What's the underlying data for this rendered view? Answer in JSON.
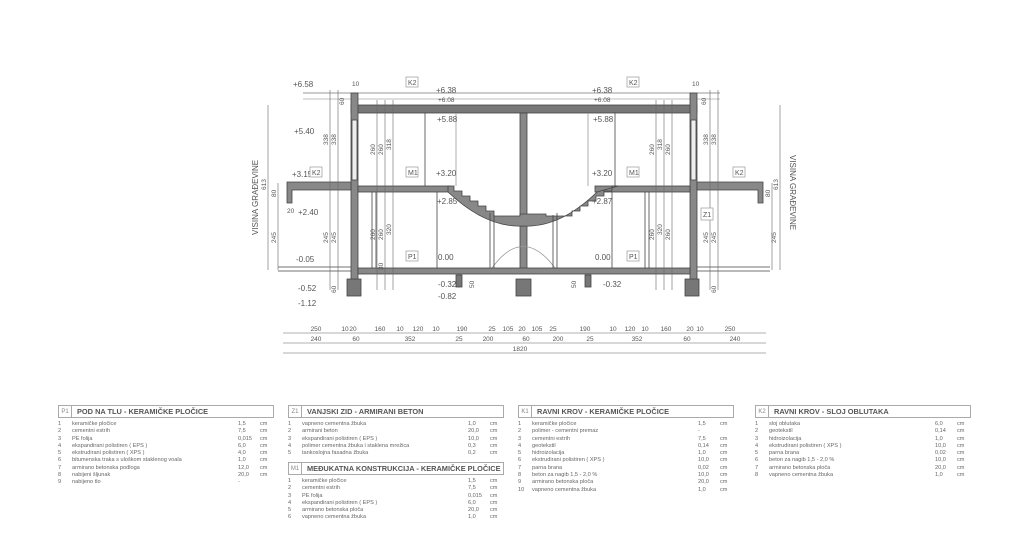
{
  "drawing": {
    "vertical_title": "VISINA GRAĐEVINE",
    "total_height": "613",
    "elevations": {
      "e658": "+6.58",
      "e638": "+6.38",
      "e608": "+6.08",
      "e588": "+5.88",
      "e540": "+5.40",
      "e320": "+3.20",
      "e315": "+3.15",
      "e285": "+2.85",
      "e287": "+2.87",
      "e240": "+2.40",
      "e000": "0.00",
      "em005": "-0.05",
      "em032": "-0.32",
      "em052": "-0.52",
      "em082": "-0.82",
      "em112": "-1.12"
    },
    "tags": {
      "k2": "K2",
      "m1": "M1",
      "p1": "P1",
      "z1": "Z1"
    },
    "vdims": {
      "d338": "338",
      "d260": "260",
      "d318": "318",
      "d245": "245",
      "d80": "80",
      "d320": "320",
      "d60": "60",
      "d30": "30",
      "d50": "50",
      "d20": "20",
      "d10": "10"
    },
    "dim_row1": [
      "250",
      "10",
      "20",
      "160",
      "10",
      "120",
      "10",
      "190",
      "25",
      "105",
      "20",
      "105",
      "25",
      "190",
      "10",
      "120",
      "10",
      "160",
      "20",
      "10",
      "250"
    ],
    "dim_row2": [
      "240",
      "60",
      "352",
      "25",
      "200",
      "60",
      "200",
      "25",
      "352",
      "60",
      "240"
    ],
    "dim_total": "1820"
  },
  "legends": [
    {
      "code": "P1",
      "title": "POD NA TLU - KERAMIČKE PLOČICE",
      "rows": [
        [
          "1",
          "keramičke pločice",
          "1,5",
          "cm"
        ],
        [
          "2",
          "cementni estrih",
          "7,5",
          "cm"
        ],
        [
          "3",
          "PE folija",
          "0,015",
          "cm"
        ],
        [
          "4",
          "ekspandirani polistiren ( EPS )",
          "6,0",
          "cm"
        ],
        [
          "5",
          "ekstrudirani polistiren ( XPS )",
          "4,0",
          "cm"
        ],
        [
          "6",
          "bitumenska traka s uloškom staklenog voala",
          "1,0",
          "cm"
        ],
        [
          "7",
          "armirano betonska podloga",
          "12,0",
          "cm"
        ],
        [
          "8",
          "nabijeni šljunak",
          "20,0",
          "cm"
        ],
        [
          "9",
          "nabijeno tlo",
          "-",
          ""
        ]
      ]
    },
    {
      "code": "Z1",
      "title": "VANJSKI ZID - ARMIRANI BETON",
      "rows": [
        [
          "1",
          "vapneno cementna žbuka",
          "1,0",
          "cm"
        ],
        [
          "2",
          "armirani beton",
          "20,0",
          "cm"
        ],
        [
          "3",
          "ekspandirani polistiren ( EPS )",
          "10,0",
          "cm"
        ],
        [
          "4",
          "polimer cementna žbuka i staklena mrežica",
          "0,3",
          "cm"
        ],
        [
          "5",
          "tankoslojna fasadna žbuka",
          "0,2",
          "cm"
        ]
      ]
    },
    {
      "code": "M1",
      "title": "MEĐUKATNA KONSTRUKCIJA - KERAMIČKE PLOČICE",
      "rows": [
        [
          "1",
          "keramičke pločice",
          "1,5",
          "cm"
        ],
        [
          "2",
          "cementni estrih",
          "7,5",
          "cm"
        ],
        [
          "3",
          "PE folija",
          "0,015",
          "cm"
        ],
        [
          "4",
          "ekspandirani polistiren ( EPS )",
          "6,0",
          "cm"
        ],
        [
          "5",
          "armirano betonska ploča",
          "20,0",
          "cm"
        ],
        [
          "6",
          "vapneno cementna žbuka",
          "1,0",
          "cm"
        ]
      ]
    },
    {
      "code": "K1",
      "title": "RAVNI KROV - KERAMIČKE PLOČICE",
      "rows": [
        [
          "1",
          "keramičke pločice",
          "1,5",
          "cm"
        ],
        [
          "2",
          "polimer - cementni premaz",
          "-",
          ""
        ],
        [
          "3",
          "cementni estrih",
          "7,5",
          "cm"
        ],
        [
          "4",
          "geotekstil",
          "0,14",
          "cm"
        ],
        [
          "5",
          "hidroizolacija",
          "1,0",
          "cm"
        ],
        [
          "6",
          "ekstrudirani polistiren ( XPS )",
          "10,0",
          "cm"
        ],
        [
          "7",
          "parna brana",
          "0,02",
          "cm"
        ],
        [
          "8",
          "beton za nagib 1,5 - 2,0 %",
          "10,0",
          "cm"
        ],
        [
          "9",
          "armirano betonska ploča",
          "20,0",
          "cm"
        ],
        [
          "10",
          "vapneno cementna žbuka",
          "1,0",
          "cm"
        ]
      ]
    },
    {
      "code": "K2",
      "title": "RAVNI KROV - SLOJ OBLUTAKA",
      "rows": [
        [
          "1",
          "sloj oblutaka",
          "6,0",
          "cm"
        ],
        [
          "2",
          "geotekstil",
          "0,14",
          "cm"
        ],
        [
          "3",
          "hidroizolacija",
          "1,0",
          "cm"
        ],
        [
          "4",
          "ekstrudirani polistiren ( XPS )",
          "10,0",
          "cm"
        ],
        [
          "5",
          "parna brana",
          "0,02",
          "cm"
        ],
        [
          "6",
          "beton za nagib 1,5 - 2,0 %",
          "10,0",
          "cm"
        ],
        [
          "7",
          "armirano betonska ploča",
          "20,0",
          "cm"
        ],
        [
          "8",
          "vapneno cementna žbuka",
          "1,0",
          "cm"
        ]
      ]
    }
  ]
}
